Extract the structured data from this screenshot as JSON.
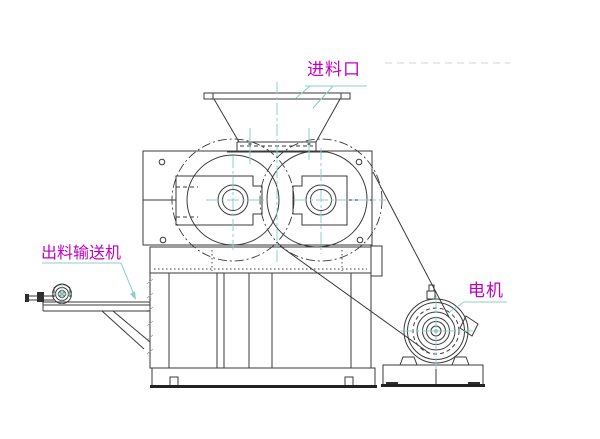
{
  "labels": {
    "feed_inlet": "进料口",
    "discharge_conveyor": "出料输送机",
    "motor": "电机"
  },
  "colors": {
    "label_text": "#bf00bf",
    "centerline": "#8ccfc9",
    "drawing_line": "#3a3a3a",
    "background": "#ffffff"
  }
}
